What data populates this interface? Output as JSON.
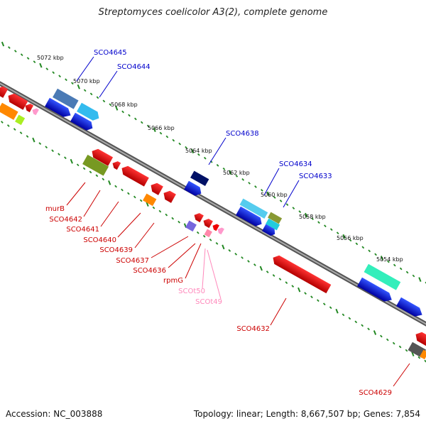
{
  "title": "Streptomyces coelicolor A3(2), complete genome",
  "footer": {
    "accession": "Accession: NC_003888",
    "topology": "Topology: linear; Length: 8,667,507 bp; Genes: 7,854"
  },
  "ticks": [
    "5072 kbp",
    "5070 kbp",
    "5068 kbp",
    "5066 kbp",
    "5064 kbp",
    "5062 kbp",
    "5060 kbp",
    "5058 kbp",
    "5056 kbp",
    "5054 kbp"
  ],
  "genes": [
    {
      "name": "SCO4645",
      "color": "#0000cc",
      "type": "label"
    },
    {
      "name": "SCO4644",
      "color": "#0000cc",
      "type": "label"
    },
    {
      "name": "SCO4638",
      "color": "#0000cc",
      "type": "label"
    },
    {
      "name": "SCO4634",
      "color": "#0000cc",
      "type": "label"
    },
    {
      "name": "SCO4633",
      "color": "#0000cc",
      "type": "label"
    },
    {
      "name": "murB",
      "color": "#cc0000",
      "type": "label"
    },
    {
      "name": "SCO4642",
      "color": "#cc0000",
      "type": "label"
    },
    {
      "name": "SCO4641",
      "color": "#cc0000",
      "type": "label"
    },
    {
      "name": "SCO4640",
      "color": "#cc0000",
      "type": "label"
    },
    {
      "name": "SCO4639",
      "color": "#cc0000",
      "type": "label"
    },
    {
      "name": "SCO4637",
      "color": "#cc0000",
      "type": "label"
    },
    {
      "name": "SCO4636",
      "color": "#cc0000",
      "type": "label"
    },
    {
      "name": "rpmG",
      "color": "#cc0000",
      "type": "label"
    },
    {
      "name": "SCOt50",
      "color": "#ff88bb",
      "type": "label"
    },
    {
      "name": "SCOt49",
      "color": "#ff88bb",
      "type": "label"
    },
    {
      "name": "SCO4632",
      "color": "#cc0000",
      "type": "label"
    },
    {
      "name": "SCO4629",
      "color": "#cc0000",
      "type": "label"
    }
  ],
  "colors": {
    "backbone": "#777777",
    "tick": "#228822",
    "forward_label": "#0000cc",
    "reverse_label": "#cc0000",
    "trna_label": "#ff88bb"
  }
}
